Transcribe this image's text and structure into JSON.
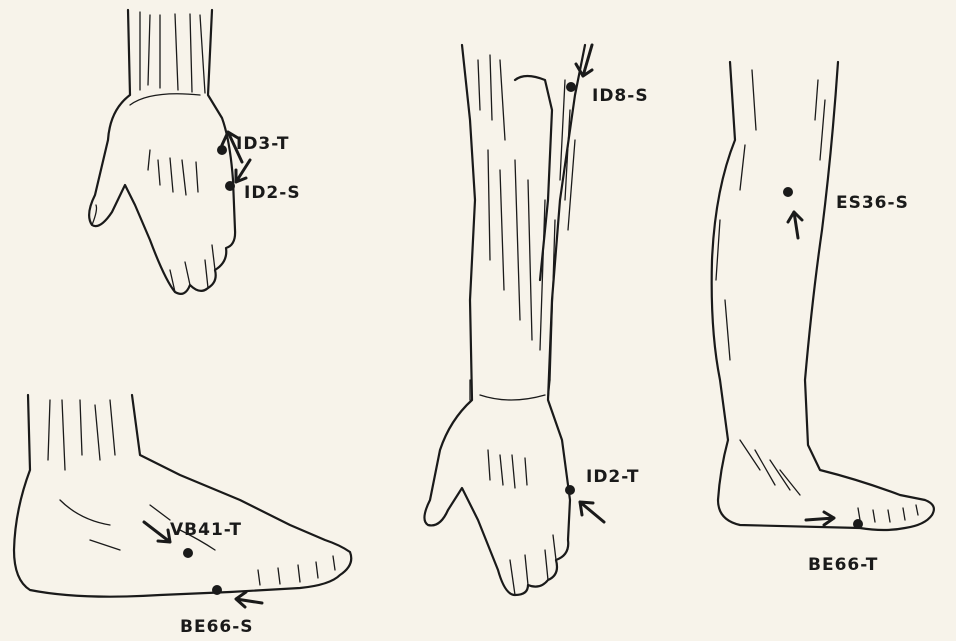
{
  "points": [
    {
      "id": "id3t",
      "label": "ID3-T"
    },
    {
      "id": "id2s",
      "label": "ID2-S"
    },
    {
      "id": "id8s",
      "label": "ID8-S"
    },
    {
      "id": "es36s",
      "label": "ES36-S"
    },
    {
      "id": "id2t",
      "label": "ID2-T"
    },
    {
      "id": "vb41t",
      "label": "VB41-T"
    },
    {
      "id": "be66s",
      "label": "BE66-S"
    },
    {
      "id": "be66t",
      "label": "BE66-T"
    }
  ]
}
